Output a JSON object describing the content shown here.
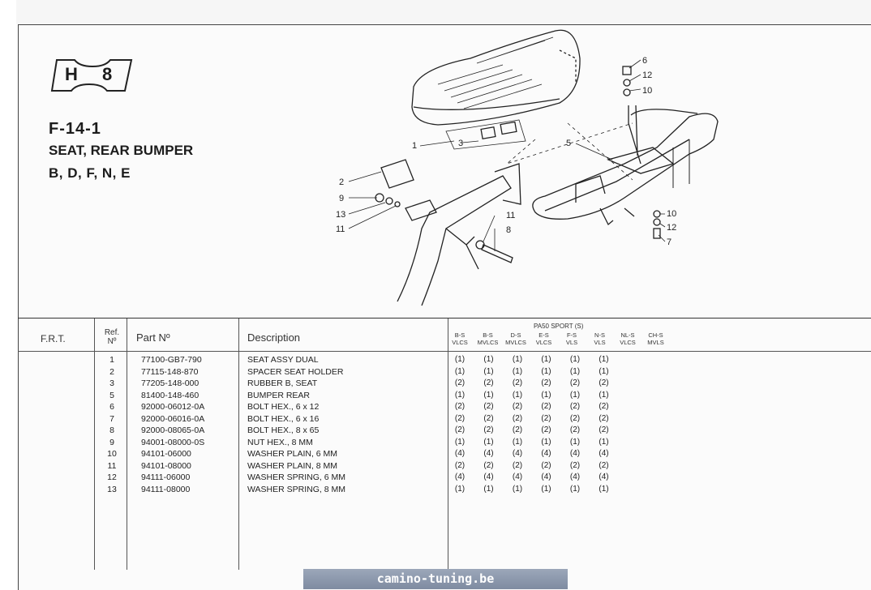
{
  "header": {
    "section_letter": "H",
    "section_number": "8",
    "code": "F-14-1",
    "name": "SEAT, REAR BUMPER",
    "models": "B, D, F, N, E"
  },
  "diagram": {
    "callouts": [
      "1",
      "2",
      "3",
      "5",
      "6",
      "12",
      "10",
      "9",
      "13",
      "11",
      "11",
      "8",
      "10",
      "12",
      "7"
    ]
  },
  "table": {
    "col_frt": "F.R.T.",
    "col_ref_line1": "Ref.",
    "col_ref_line2": "Nº",
    "col_part": "Part Nº",
    "col_desc": "Description",
    "group_title": "PA50 SPORT (S)",
    "models": [
      {
        "l1": "B-S",
        "l2": "VLCS"
      },
      {
        "l1": "B-S",
        "l2": "MVLCS"
      },
      {
        "l1": "D-S",
        "l2": "MVLCS"
      },
      {
        "l1": "E-S",
        "l2": "VLCS"
      },
      {
        "l1": "F-S",
        "l2": "VLS"
      },
      {
        "l1": "N-S",
        "l2": "VLS"
      },
      {
        "l1": "NL-S",
        "l2": "VLCS"
      },
      {
        "l1": "CH-S",
        "l2": "MVLS"
      }
    ],
    "rows": [
      {
        "ref": "1",
        "part": "77100-GB7-790",
        "desc": "SEAT ASSY DUAL",
        "q": [
          "(1)",
          "(1)",
          "(1)",
          "(1)",
          "(1)",
          "(1)"
        ]
      },
      {
        "ref": "2",
        "part": "77115-148-870",
        "desc": "SPACER SEAT HOLDER",
        "q": [
          "(1)",
          "(1)",
          "(1)",
          "(1)",
          "(1)",
          "(1)"
        ]
      },
      {
        "ref": "3",
        "part": "77205-148-000",
        "desc": "RUBBER B, SEAT",
        "q": [
          "(2)",
          "(2)",
          "(2)",
          "(2)",
          "(2)",
          "(2)"
        ]
      },
      {
        "ref": "5",
        "part": "81400-148-460",
        "desc": "BUMPER REAR",
        "q": [
          "(1)",
          "(1)",
          "(1)",
          "(1)",
          "(1)",
          "(1)"
        ]
      },
      {
        "ref": "6",
        "part": "92000-06012-0A",
        "desc": "BOLT HEX., 6 x 12",
        "q": [
          "(2)",
          "(2)",
          "(2)",
          "(2)",
          "(2)",
          "(2)"
        ]
      },
      {
        "ref": "7",
        "part": "92000-06016-0A",
        "desc": "BOLT HEX., 6 x 16",
        "q": [
          "(2)",
          "(2)",
          "(2)",
          "(2)",
          "(2)",
          "(2)"
        ]
      },
      {
        "ref": "8",
        "part": "92000-08065-0A",
        "desc": "BOLT HEX., 8 x 65",
        "q": [
          "(2)",
          "(2)",
          "(2)",
          "(2)",
          "(2)",
          "(2)"
        ]
      },
      {
        "ref": "9",
        "part": "94001-08000-0S",
        "desc": "NUT HEX., 8 MM",
        "q": [
          "(1)",
          "(1)",
          "(1)",
          "(1)",
          "(1)",
          "(1)"
        ]
      },
      {
        "ref": "10",
        "part": "94101-06000",
        "desc": "WASHER PLAIN, 6 MM",
        "q": [
          "(4)",
          "(4)",
          "(4)",
          "(4)",
          "(4)",
          "(4)"
        ]
      },
      {
        "ref": "11",
        "part": "94101-08000",
        "desc": "WASHER PLAIN, 8 MM",
        "q": [
          "(2)",
          "(2)",
          "(2)",
          "(2)",
          "(2)",
          "(2)"
        ]
      },
      {
        "ref": "12",
        "part": "94111-06000",
        "desc": "WASHER SPRING, 6 MM",
        "q": [
          "(4)",
          "(4)",
          "(4)",
          "(4)",
          "(4)",
          "(4)"
        ]
      },
      {
        "ref": "13",
        "part": "94111-08000",
        "desc": "WASHER SPRING, 8 MM",
        "q": [
          "(1)",
          "(1)",
          "(1)",
          "(1)",
          "(1)",
          "(1)"
        ]
      }
    ]
  },
  "watermark": "camino-tuning.be"
}
